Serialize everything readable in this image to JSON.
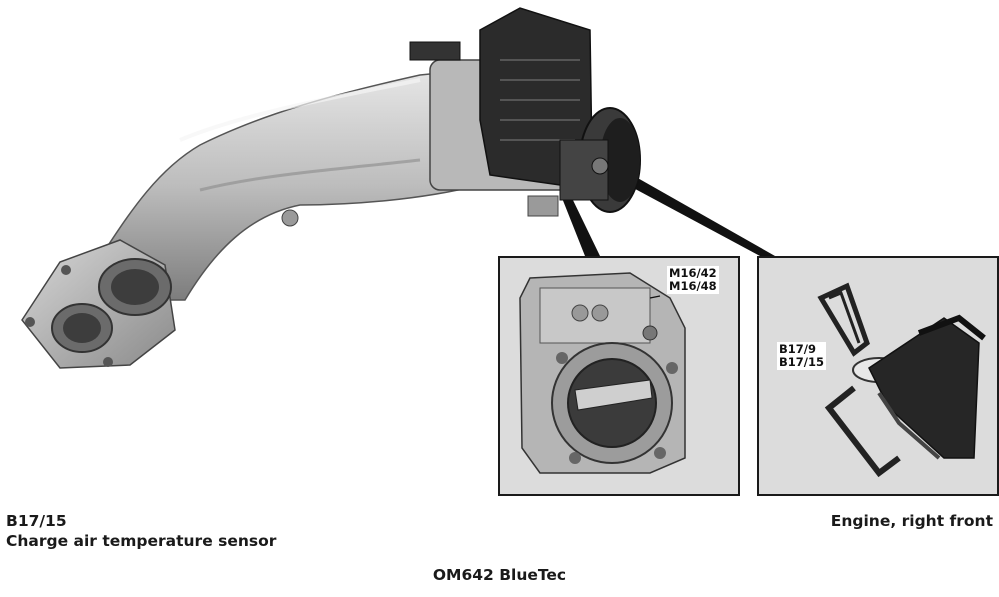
{
  "insets": {
    "throttle": {
      "labels": [
        "M16/42",
        "M16/48"
      ]
    },
    "sensor": {
      "labels": [
        "B17/9",
        "B17/15"
      ]
    }
  },
  "captions": {
    "component_code": "B17/15",
    "component_name": "Charge air temperature sensor",
    "location": "Engine, right front",
    "engine": "OM642 BlueTec"
  }
}
